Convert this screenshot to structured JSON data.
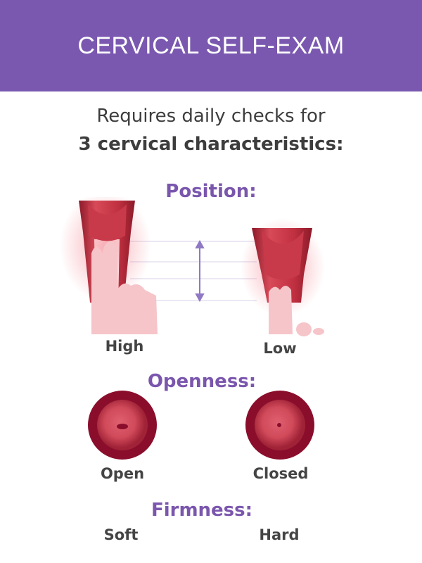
{
  "header": {
    "title": "CERVICAL SELF-EXAM",
    "background": "#7a58b0"
  },
  "intro": {
    "line1": "Requires daily checks for",
    "line2": "3 cervical characteristics:"
  },
  "sections": {
    "position": {
      "heading": "Position:",
      "left_label": "High",
      "right_label": "Low"
    },
    "openness": {
      "heading": "Openness:",
      "left_label": "Open",
      "right_label": "Closed"
    },
    "firmness": {
      "heading": "Firmness:",
      "left_label": "Soft",
      "right_label": "Hard"
    }
  },
  "accent": "#7a56ad"
}
